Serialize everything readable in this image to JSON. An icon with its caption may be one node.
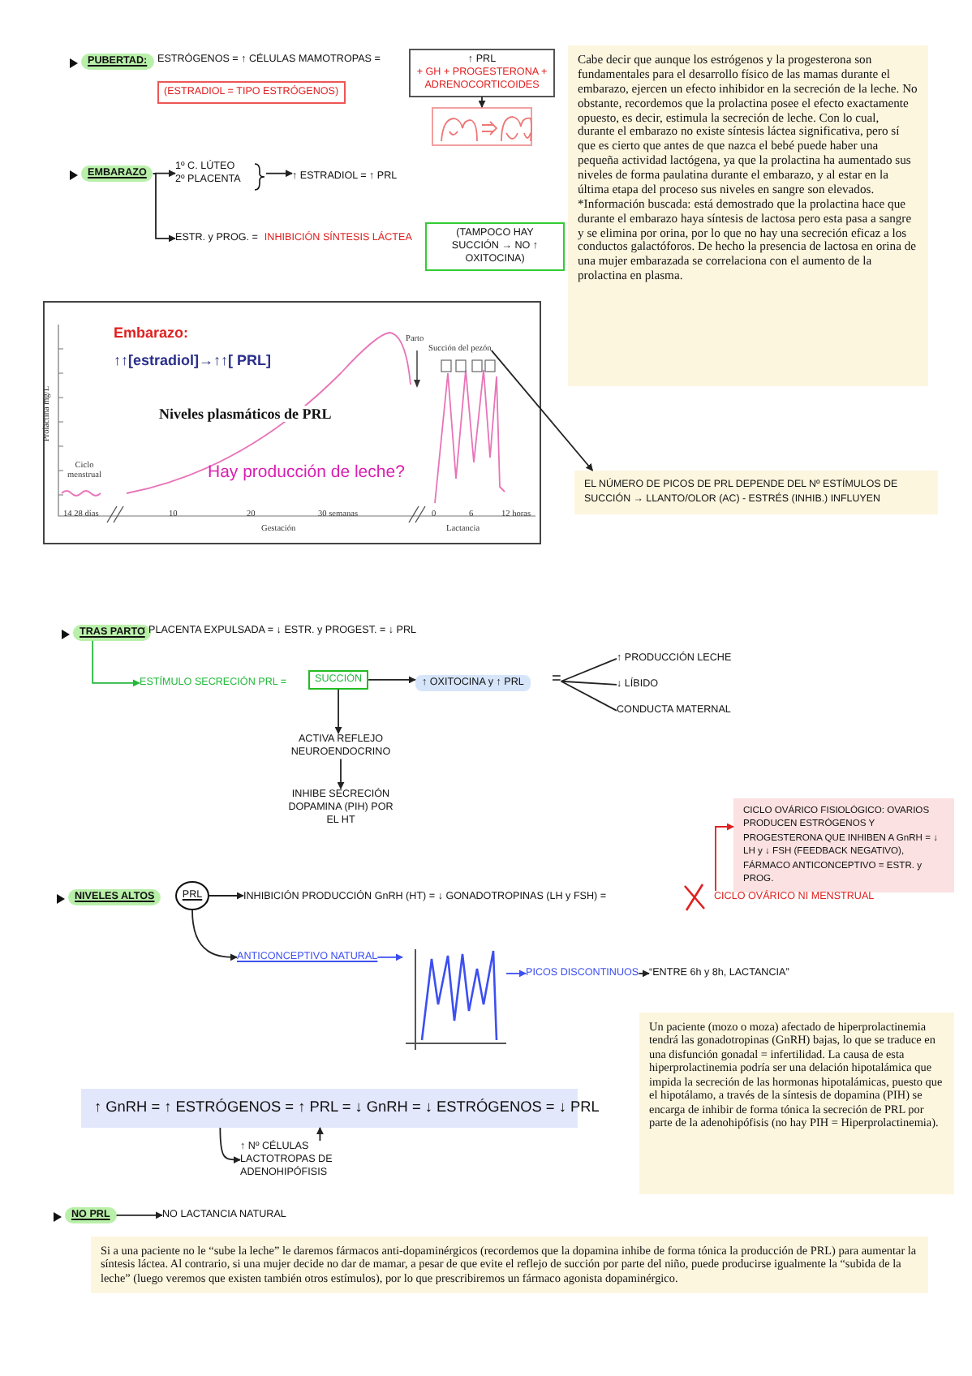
{
  "diagram": {
    "nodes": [
      {
        "text": [
          "PUBERTAD:"
        ]
      },
      {
        "text": [
          "↑ PRL",
          "+ GH + PROGESTERONA + ADRENOCORTICOIDES"
        ]
      },
      {
        "text": [
          "(ESTRADIOL = TIPO ESTRÓGENOS)"
        ]
      },
      {
        "text": [],
        "shape": "picture"
      },
      {
        "text": [
          "Cabe decir que aunque los estrógenos y la progesterona son fundamentales para el desarrollo físico de las mamas durante el embarazo, ejercen un efecto inhibidor en la secreción de la leche. No obstante, recordemos que la prolactina posee el efecto exactamente opuesto, es decir, estimula la secreción de leche. Con lo cual, durante el embarazo no existe síntesis láctea significativa, pero sí que es cierto que antes de que nazca el bebé puede haber una pequeña actividad lactógena, ya que la prolactina ha aumentado sus niveles de forma paulatina durante el embarazo, y al estar en la última etapa del proceso sus niveles en sangre son elevados. *Información buscada: está demostrado que la prolactina hace que durante el embarazo haya síntesis de lactosa pero esta pasa a sangre y se elimina por orina, por lo que no hay una secreción eficaz a los conductos galactóforos. De hecho la presencia de lactosa en orina de una mujer embarazada se correlaciona con el aumento de la prolactina en plasma."
        ]
      },
      {
        "text": [
          "EMBARAZO"
        ]
      },
      {
        "text": [
          "1º C. LÚTEO",
          "2º PLACENTA"
        ]
      },
      {
        "text": [
          "↑ ESTRADIOL = ↑ PRL"
        ]
      },
      {
        "text": [
          "ESTR. y PROG. =",
          "INHIBICIÓN SÍNTESIS LÁCTEA"
        ]
      },
      {
        "text": [
          "(TAMPOCO HAY SUCCIÓN → NO ↑ OXITOCINA)"
        ]
      },
      {
        "text": [
          "Succión del pezón"
        ]
      },
      {
        "text": [
          "EL NÚMERO DE PICOS DE PRL DEPENDE DEL Nº ESTÍMULOS DE SUCCIÓN → LLANTO/OLOR (AC) - ESTRÉS (INHIB.) INFLUYEN"
        ]
      },
      {
        "text": [
          "TRAS PARTO"
        ]
      },
      {
        "text": [
          "ESTÍMULO SECRECIÓN PRL ="
        ]
      },
      {
        "text": [
          "SUCCIÓN"
        ]
      },
      {
        "text": [
          "↑ OXITOCINA y ↑ PRL"
        ]
      },
      {
        "text": [
          "="
        ]
      },
      {
        "text": [
          "↑ PRODUCCIÓN LECHE"
        ]
      },
      {
        "text": [
          "↓ LÍBIDO"
        ]
      },
      {
        "text": [
          "CONDUCTA MATERNAL"
        ]
      },
      {
        "text": [
          "ACTIVA REFLEJO NEUROENDOCRINO"
        ]
      },
      {
        "text": [
          "INHIBE SECRECIÓN DOPAMINA (PIH) POR EL HT"
        ]
      },
      {
        "text": [
          "CICLO OVÁRICO FISIOLÓGICO: OVARIOS PRODUCEN ESTRÓGENOS Y PROGESTERONA QUE INHIBEN A GnRH = ↓ LH y ↓ FSH (FEEDBACK NEGATIVO), FÁRMACO ANTICONCEPTIVO = ESTR. y PROG."
        ]
      },
      {
        "text": [
          "NIVELES ALTOS"
        ]
      },
      {
        "text": [
          "PRL"
        ]
      },
      {
        "text": [
          "INHIBICIÓN PRODUCCIÓN GnRH (HT) = ↓ GONADOTROPINAS (LH y FSH) ="
        ]
      },
      {
        "text": [
          "CICLO OVÁRICO NI MENSTRUAL"
        ]
      },
      {
        "text": [
          "ANTICONCEPTIVO NATURAL"
        ]
      },
      {
        "text": [],
        "shape": "picture"
      },
      {
        "text": [
          "PICOS DISCONTINUOS"
        ]
      },
      {
        "text": [
          "“ENTRE 6h y 8h, LACTANCIA”"
        ]
      },
      {
        "text": [
          "↑ GnRH = ↑ ESTRÓGENOS = ↑ PRL = ↓ GnRH = ↓ ESTRÓGENOS = ↓ PRL"
        ]
      },
      {
        "text": [
          "↑ Nº CÉLULAS LACTOTROPAS DE ADENOHIPÓFISIS"
        ]
      },
      {
        "text": [
          "Un paciente (mozo o moza) afectado de hiperprolactinemia tendrá las gonadotropinas (GnRH) bajas, lo que se traduce en una disfunción gonadal = infertilidad. La causa de esta hiperprolactinemia podría ser una delación hipotalámica que impida la secreción de las hormonas hipotalámicas, puesto que el hipotálamo, a través de la síntesis de dopamina (PIH) se encarga de inhibir de forma tónica la secreción de PRL por parte de la adenohipófisis (no hay PIH = Hiperprolactinemia)."
        ]
      },
      {
        "text": [
          "NO PRL"
        ]
      },
      {
        "text": [
          "NO LACTANCIA NATURAL"
        ]
      },
      {
        "text": [
          "Si a una paciente no le “sube la leche” le daremos fármacos anti-dopaminérgicos (recordemos que la dopamina inhibe de forma tónica la producción de PRL) para aumentar la síntesis láctea. Al contrario, si una mujer decide no dar de mamar, a pesar de que evite el reflejo de succión por parte del niño, puede producirse igualmente la “subida de la leche” (luego veremos que existen también otros estímulos), por lo que prescribiremos un fármaco agonista dopaminérgico."
        ]
      }
    ],
    "edges": [
      {
        "from": 1,
        "to": 3,
        "arrow": "to"
      },
      {
        "from": 5,
        "to": 6,
        "arrow": "to"
      },
      {
        "from": 5,
        "to": 8,
        "arrow": "to"
      },
      {
        "from": 6,
        "to": 7,
        "arrow": "to"
      },
      {
        "from": 10,
        "to": 11,
        "arrow": "to"
      },
      {
        "from": 12,
        "to": 13,
        "arrow": "to",
        "color": "#22b83a"
      },
      {
        "from": 14,
        "to": 15,
        "arrow": "to"
      },
      {
        "from": 16,
        "to": 17,
        "arrow": "none"
      },
      {
        "from": 16,
        "to": 18,
        "arrow": "none"
      },
      {
        "from": 16,
        "to": 19,
        "arrow": "none"
      },
      {
        "from": 14,
        "to": 20,
        "arrow": "to"
      },
      {
        "from": 20,
        "to": 21,
        "arrow": "to"
      },
      {
        "from": 24,
        "to": 25,
        "arrow": "to"
      },
      {
        "from": 26,
        "to": 22,
        "arrow": "to",
        "color": "#e02020"
      },
      {
        "from": 24,
        "to": 27,
        "arrow": "to"
      },
      {
        "from": 27,
        "to": 28,
        "arrow": "to",
        "color": "#3d4ff0"
      },
      {
        "from": 28,
        "to": 29,
        "arrow": "to",
        "color": "#3d4ff0"
      },
      {
        "from": 29,
        "to": 30,
        "arrow": "to"
      },
      {
        "from": 31,
        "to": 32,
        "arrow": "to"
      },
      {
        "from": 32,
        "to": 31,
        "arrow": "to"
      },
      {
        "from": 34,
        "to": 35,
        "arrow": "to"
      }
    ],
    "labels": [
      "ESTRÓGENOS = ↑ CÉLULAS MAMOTROPAS =",
      "Embarazo:",
      "↑↑[estradiol]→↑↑[ PRL]",
      "Parto",
      "Prolactina mg/L",
      "Niveles plasmáticos de PRL",
      "Ciclo menstrual",
      "Hay producción de leche?",
      "14 28 días",
      "10",
      "20",
      "30 semanas",
      "0",
      "6",
      "12 horas",
      "Gestación",
      "Lactancia",
      ": PLACENTA EXPULSADA = ↓ ESTR. y PROGEST. = ↓ PRL"
    ]
  }
}
